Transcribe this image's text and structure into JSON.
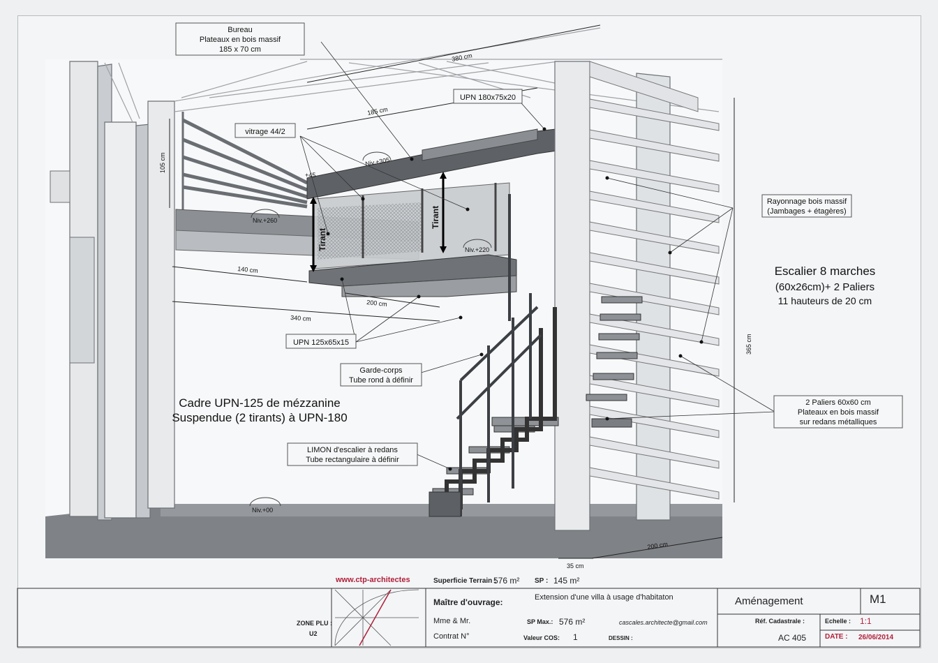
{
  "labels": {
    "bureau": [
      "Bureau",
      "Plateaux en  bois massif",
      "185 x 70 cm"
    ],
    "upn180": "UPN 180x75x20",
    "vitrage": "vitrage 44/2",
    "rayonnage": [
      "Rayonnage bois massif",
      "(Jambages + étagères)"
    ],
    "escalier": [
      "Escalier 8 marches",
      "(60x26cm)+ 2 Paliers",
      "11 hauteurs de 20 cm"
    ],
    "upn125": "UPN 125x65x15",
    "garde_corps": [
      "Garde-corps",
      "Tube rond à définir"
    ],
    "paliers": [
      "2 Paliers 60x60 cm",
      "Plateaux en  bois massif",
      "sur redans métalliques"
    ],
    "cadre": [
      "Cadre UPN-125 de mézzanine",
      "Suspendue (2 tirants) à UPN-180"
    ],
    "limon": [
      "LIMON d'escalier à redans",
      "Tube rectangulaire à définir"
    ],
    "tirant": "Tirant"
  },
  "dims": {
    "d380": "380 cm",
    "d185": "185 cm",
    "d105": "105 cm",
    "d140": "140 cm",
    "d200a": "200 cm",
    "d340": "340 cm",
    "d365": "365 cm",
    "d200b": "200 cm",
    "d35": "35 cm",
    "plus45": "+45"
  },
  "levels": {
    "n305": "Niv.+305",
    "n260": "Niv.+260",
    "n220": "Niv.+220",
    "n00": "Niv.+00"
  },
  "cartouche": {
    "website": "www.ctp-architectes",
    "superficie_label": "Superficie Terrain :",
    "superficie_value": "576 m²",
    "sp_label": "SP :",
    "sp_value": "145 m²",
    "maitre_label": "Maître d'ouvrage:",
    "project": "Extension d'une villa à usage d'habitaton",
    "client": "Mme & Mr.",
    "contrat": "Contrat N°",
    "zone_label": "ZONE PLU :",
    "zone_value": "U2",
    "spmax_label": "SP Max.:",
    "spmax_value": "576 m²",
    "cos_label": "Valeur COS:",
    "cos_value": "1",
    "email": "cascales.architecte@gmail.com",
    "dessin": "DESSIN :",
    "amenagement": "Aménagement",
    "sheet_id": "M1",
    "ref_label": "Réf. Cadastrale :",
    "ref_value": "AC 405",
    "echelle_label": "Echelle :",
    "echelle_value": "1:1",
    "date_label": "DATE :",
    "date_value": "26/06/2014"
  },
  "colors": {
    "accent": "#b0203a",
    "line": "#333333",
    "steel": "#6f7378"
  }
}
